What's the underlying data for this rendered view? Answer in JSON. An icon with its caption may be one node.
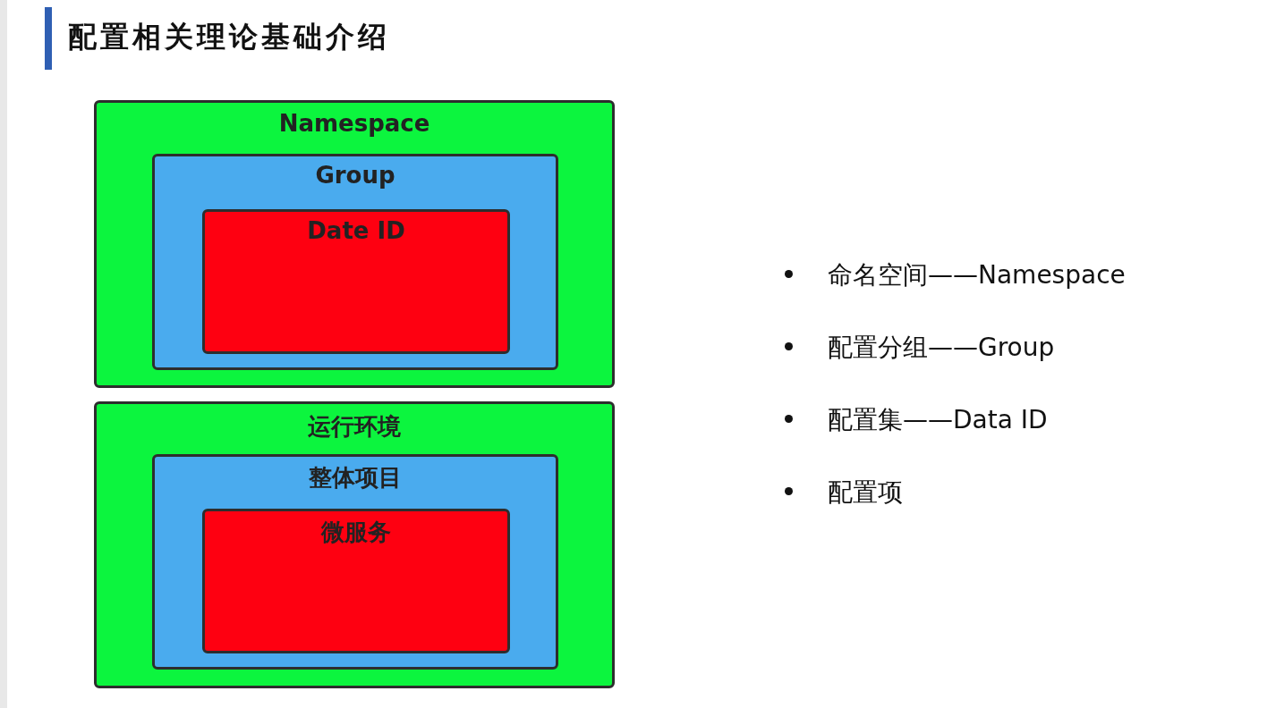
{
  "diagram": {
    "title": "配置相关理论基础介绍",
    "nodes": [
      {
        "text": [
          "Namespace"
        ]
      },
      {
        "text": [
          "Group"
        ],
        "in": 0
      },
      {
        "text": [
          "Date ID"
        ],
        "in": 1
      },
      {
        "text": [
          "运行环境"
        ]
      },
      {
        "text": [
          "整体项目"
        ],
        "in": 3
      },
      {
        "text": [
          "微服务"
        ],
        "in": 4
      }
    ],
    "labels": [
      "命名空间——Namespace",
      "配置分组——Group",
      "配置集——Data ID",
      "配置项"
    ]
  }
}
